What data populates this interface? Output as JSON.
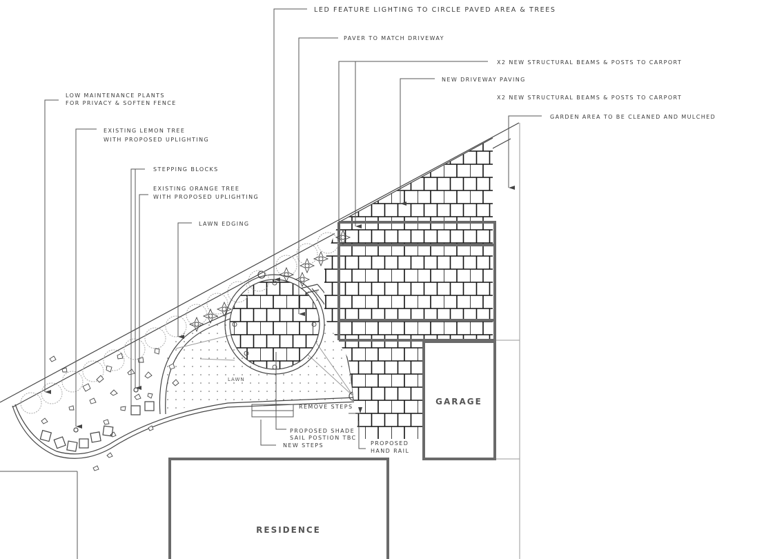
{
  "drawing": {
    "type": "landscape site plan",
    "buildings": {
      "residence": "RESIDENCE",
      "garage": "GARAGE"
    },
    "areas": {
      "lawn": "LAWN"
    },
    "annotations": {
      "led_lighting": "LED FEATURE LIGHTING TO CIRCLE PAVED AREA & TREES",
      "paver_match": "PAVER TO MATCH DRIVEWAY",
      "beams_1": "X2 NEW STRUCTURAL BEAMS & POSTS TO CARPORT",
      "driveway_paving": "NEW DRIVEWAY PAVING",
      "beams_2": "X2 NEW STRUCTURAL BEAMS & POSTS TO CARPORT",
      "garden_mulch": "GARDEN AREA TO BE CLEANED AND MULCHED",
      "low_maint_line1": "LOW MAINTENANCE PLANTS",
      "low_maint_line2": "FOR PRIVACY & SOFTEN FENCE",
      "lemon_line1": "EXISTING LEMON TREE",
      "lemon_line2": "WITH PROPOSED UPLIGHTING",
      "stepping_blocks": "STEPPING BLOCKS",
      "orange_line1": "EXISTING ORANGE TREE",
      "orange_line2": "WITH PROPOSED UPLIGHTING",
      "lawn_edging": "LAWN EDGING",
      "remove_steps": "REMOVE STEPS",
      "shade_sail_line1": "PROPOSED SHADE",
      "shade_sail_line2": "SAIL POSTION TBC",
      "new_steps": "NEW STEPS",
      "hand_rail_line1": "PROPOSED",
      "hand_rail_line2": "HAND RAIL"
    },
    "colors": {
      "wall": "#6a6a6a",
      "linework": "#444444",
      "text": "#3a3a3a",
      "background": "#ffffff"
    }
  }
}
